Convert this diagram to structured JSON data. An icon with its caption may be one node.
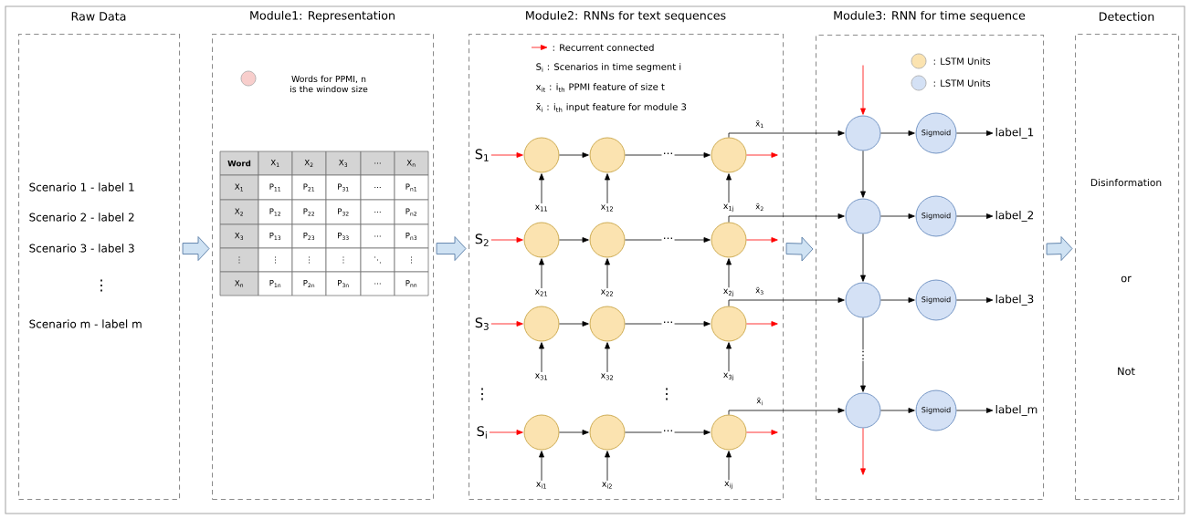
{
  "diagram": {
    "nodes": [
      {
        "text": [
          "Raw Data",
          "Scenario 1 - label 1",
          "Scenario 2 - label 2",
          "Scenario 3 - label 3",
          "Scenario m - label m"
        ]
      },
      {
        "text": [
          "Module1: Representation"
        ]
      },
      {
        "text": [
          "Module2: RNNs for text sequences"
        ]
      },
      {
        "text": [
          "Module3: RNN for time sequence"
        ]
      },
      {
        "text": [
          "Detection",
          "Disinformation",
          "or",
          "Not"
        ]
      },
      {
        "text": [
          "S$_{1}$"
        ],
        "in": 2
      },
      {
        "text": [],
        "shape": "circle",
        "in": 2
      },
      {
        "text": [],
        "shape": "circle",
        "in": 2
      },
      {
        "text": [],
        "shape": "circle",
        "in": 2
      },
      {
        "text": [
          "x$_{11}$"
        ],
        "in": 2
      },
      {
        "text": [
          "x$_{12}$"
        ],
        "in": 2
      },
      {
        "text": [
          "x$_{1j}$"
        ],
        "in": 2
      },
      {
        "text": [
          "S$_{2}$"
        ],
        "in": 2
      },
      {
        "text": [],
        "shape": "circle",
        "in": 2
      },
      {
        "text": [],
        "shape": "circle",
        "in": 2
      },
      {
        "text": [],
        "shape": "circle",
        "in": 2
      },
      {
        "text": [
          "x$_{21}$"
        ],
        "in": 2
      },
      {
        "text": [
          "x$_{22}$"
        ],
        "in": 2
      },
      {
        "text": [
          "x$_{2j}$"
        ],
        "in": 2
      },
      {
        "text": [
          "S$_{3}$"
        ],
        "in": 2
      },
      {
        "text": [],
        "shape": "circle",
        "in": 2
      },
      {
        "text": [],
        "shape": "circle",
        "in": 2
      },
      {
        "text": [],
        "shape": "circle",
        "in": 2
      },
      {
        "text": [
          "x$_{31}$"
        ],
        "in": 2
      },
      {
        "text": [
          "x$_{32}$"
        ],
        "in": 2
      },
      {
        "text": [
          "x$_{3j}$"
        ],
        "in": 2
      },
      {
        "text": [
          "S$_{i}$"
        ],
        "in": 2
      },
      {
        "text": [],
        "shape": "circle",
        "in": 2
      },
      {
        "text": [],
        "shape": "circle",
        "in": 2
      },
      {
        "text": [],
        "shape": "circle",
        "in": 2
      },
      {
        "text": [
          "x$_{i1}$"
        ],
        "in": 2
      },
      {
        "text": [
          "x$_{i2}$"
        ],
        "in": 2
      },
      {
        "text": [
          "x$_{ij}$"
        ],
        "in": 2
      },
      {
        "text": [],
        "shape": "circle",
        "in": 3
      },
      {
        "text": [
          "Sigmoid"
        ],
        "in": 3
      },
      {
        "text": [
          "label_1"
        ],
        "in": 3
      },
      {
        "text": [],
        "shape": "circle",
        "in": 3
      },
      {
        "text": [
          "Sigmoid"
        ],
        "in": 3
      },
      {
        "text": [
          "label_2"
        ],
        "in": 3
      },
      {
        "text": [],
        "shape": "circle",
        "in": 3
      },
      {
        "text": [
          "Sigmoid"
        ],
        "in": 3
      },
      {
        "text": [
          "label_3"
        ],
        "in": 3
      },
      {
        "text": [],
        "shape": "circle",
        "in": 3
      },
      {
        "text": [
          "Sigmoid"
        ],
        "in": 3
      },
      {
        "text": [
          "label_m"
        ],
        "in": 3
      }
    ],
    "edges": [
      {
        "from": 0,
        "to": 1,
        "arrow": "to",
        "style": "thick"
      },
      {
        "from": 1,
        "to": 2,
        "arrow": "to",
        "style": "thick"
      },
      {
        "from": 2,
        "to": 3,
        "arrow": "to",
        "style": "thick"
      },
      {
        "from": 3,
        "to": 4,
        "arrow": "to",
        "style": "thick"
      },
      {
        "from": 5,
        "to": 6,
        "arrow": "to",
        "color": "#ff0000"
      },
      {
        "from": 6,
        "to": 7,
        "arrow": "to"
      },
      {
        "from": 7,
        "to": 8,
        "arrow": "to",
        "label": "···"
      },
      {
        "from": 8,
        "to": null,
        "arrow": "to",
        "color": "#ff0000"
      },
      {
        "from": 9,
        "to": 6,
        "arrow": "to"
      },
      {
        "from": 10,
        "to": 7,
        "arrow": "to"
      },
      {
        "from": 11,
        "to": 8,
        "arrow": "to"
      },
      {
        "from": 8,
        "to": 33,
        "arrow": "to",
        "label": "x̄$_{1}$"
      },
      {
        "from": 12,
        "to": 13,
        "arrow": "to",
        "color": "#ff0000"
      },
      {
        "from": 13,
        "to": 14,
        "arrow": "to"
      },
      {
        "from": 14,
        "to": 15,
        "arrow": "to",
        "label": "···"
      },
      {
        "from": 15,
        "to": null,
        "arrow": "to",
        "color": "#ff0000"
      },
      {
        "from": 16,
        "to": 13,
        "arrow": "to"
      },
      {
        "from": 17,
        "to": 14,
        "arrow": "to"
      },
      {
        "from": 18,
        "to": 15,
        "arrow": "to"
      },
      {
        "from": 15,
        "to": 36,
        "arrow": "to",
        "label": "x̄$_{2}$"
      },
      {
        "from": 19,
        "to": 20,
        "arrow": "to",
        "color": "#ff0000"
      },
      {
        "from": 20,
        "to": 21,
        "arrow": "to"
      },
      {
        "from": 21,
        "to": 22,
        "arrow": "to",
        "label": "···"
      },
      {
        "from": 22,
        "to": null,
        "arrow": "to",
        "color": "#ff0000"
      },
      {
        "from": 23,
        "to": 20,
        "arrow": "to"
      },
      {
        "from": 24,
        "to": 21,
        "arrow": "to"
      },
      {
        "from": 25,
        "to": 22,
        "arrow": "to"
      },
      {
        "from": 22,
        "to": 39,
        "arrow": "to",
        "label": "x̄$_{3}$"
      },
      {
        "from": 26,
        "to": 27,
        "arrow": "to",
        "color": "#ff0000"
      },
      {
        "from": 27,
        "to": 28,
        "arrow": "to"
      },
      {
        "from": 28,
        "to": 29,
        "arrow": "to",
        "label": "···"
      },
      {
        "from": 29,
        "to": null,
        "arrow": "to",
        "color": "#ff0000"
      },
      {
        "from": 30,
        "to": 27,
        "arrow": "to"
      },
      {
        "from": 31,
        "to": 28,
        "arrow": "to"
      },
      {
        "from": 32,
        "to": 29,
        "arrow": "to"
      },
      {
        "from": 29,
        "to": 42,
        "arrow": "to",
        "label": "x̄$_{i}$"
      },
      {
        "from": null,
        "to": 33,
        "arrow": "to",
        "color": "#ff0000"
      },
      {
        "from": 33,
        "to": 36,
        "arrow": "to"
      },
      {
        "from": 36,
        "to": 39,
        "arrow": "to"
      },
      {
        "from": 39,
        "to": 42,
        "arrow": "to",
        "label": "⋮"
      },
      {
        "from": 33,
        "to": 34,
        "arrow": "to"
      },
      {
        "from": 34,
        "to": 35,
        "arrow": "to"
      },
      {
        "from": 36,
        "to": 37,
        "arrow": "to"
      },
      {
        "from": 37,
        "to": 38,
        "arrow": "to"
      },
      {
        "from": 39,
        "to": 40,
        "arrow": "to"
      },
      {
        "from": 40,
        "to": 41,
        "arrow": "to"
      },
      {
        "from": 42,
        "to": 43,
        "arrow": "to"
      },
      {
        "from": 43,
        "to": 44,
        "arrow": "to"
      },
      {
        "from": 42,
        "to": null,
        "arrow": "to",
        "color": "#ff0000"
      }
    ],
    "labels": [
      "⋮",
      "Word",
      "X$_{1}$",
      "X$_{2}$",
      "X$_{3}$",
      "...",
      "X$_{n}$",
      "X$_{1}$",
      "P$_{11}$",
      "P$_{21}$",
      "P$_{31}$",
      "...",
      "P$_{n1}$",
      "X$_{2}$",
      "P$_{12}$",
      "P$_{22}$",
      "P$_{32}$",
      "...",
      "P$_{n2}$",
      "X$_{3}$",
      "P$_{13}$",
      "P$_{23}$",
      "P$_{33}$",
      "...",
      "P$_{n3}$",
      "⋮",
      "⋮",
      "⋮",
      "⋮",
      "⋱",
      "⋮",
      "X$_{n}$",
      "P$_{1n}$",
      "P$_{2n}$",
      "P$_{3n}$",
      "...",
      "P$_{nn}$",
      "S$_{i}$ : Scenarios in time segment i",
      "x$_{it}$ : i$_{th}$ PPMI feature of size t",
      "x̄$_{i}$ : i$_{th}$ input feature for module 3",
      "⋮",
      "⋮"
    ],
    "legend": [
      {
        "text": "Words for PPMI, n is the window size",
        "color": "#f8cecc"
      },
      {
        "text": ": Recurrent connected"
      },
      {
        "text": ": LSTM Units",
        "color": "#fbe3b0"
      },
      {
        "text": ": LSTM Units",
        "color": "#d4e1f5"
      }
    ]
  }
}
